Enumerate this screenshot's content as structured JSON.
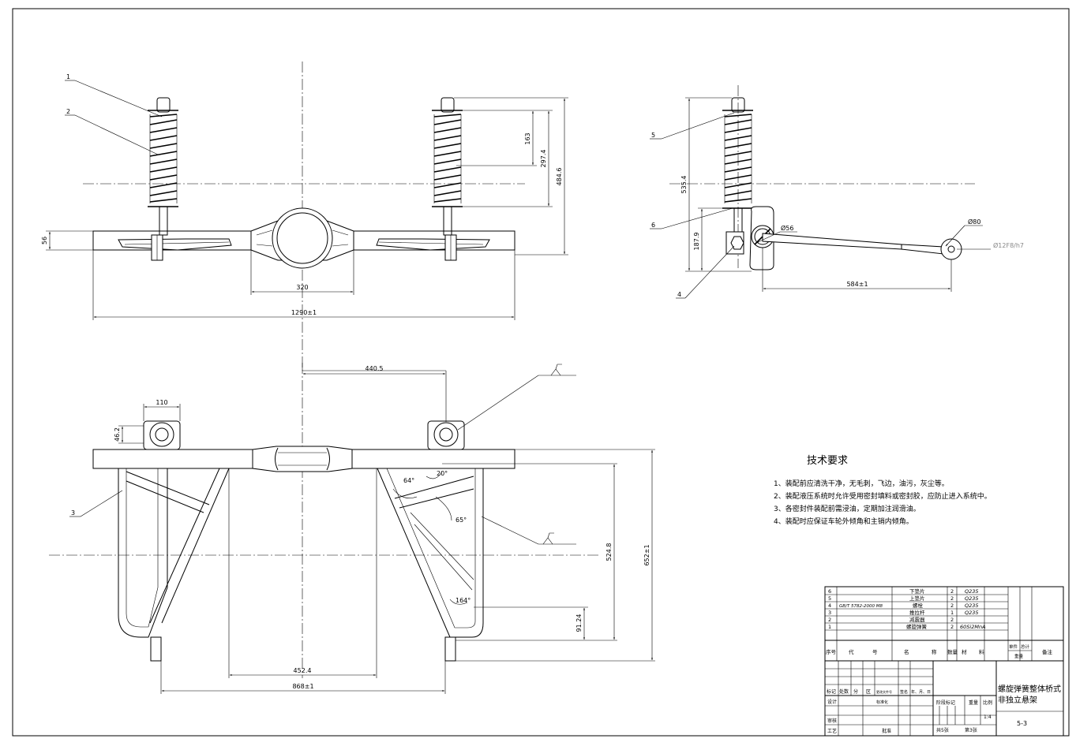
{
  "drawing": {
    "dimensions": {
      "d163": "163",
      "d297": "297.4",
      "d484": "484.6",
      "d56h": "56",
      "d320": "320",
      "d1290": "1290±1",
      "d535": "535.4",
      "d187": "187.9",
      "d584": "584±1",
      "d056": "Ø56",
      "d080": "Ø80",
      "fit": "Ø12F8/h7",
      "d440": "440.5",
      "d110": "110",
      "d46": "46.2",
      "d524": "524.8",
      "d652": "652±1",
      "d91": "91.24",
      "d452": "452.4",
      "d868": "868±1",
      "a64": "64°",
      "a20": "20°",
      "a65": "65°",
      "a164": "164°"
    },
    "balloons": {
      "b1": "1",
      "b2": "2",
      "b3": "3",
      "b4": "4",
      "b5": "5",
      "b6": "6"
    }
  },
  "tech": {
    "title": "技术要求",
    "items": [
      "1、装配前应清洗干净，无毛刺，飞边，油污，灰尘等。",
      "2、装配液压系统时允许受用密封填料或密封胶，应防止进入系统中。",
      "3、各密封件装配前需浸油，定期加注润滑油。",
      "4、装配时应保证车轮外倾角和主销内倾角。"
    ]
  },
  "bom": {
    "rows": [
      {
        "no": "6",
        "code": "",
        "name": "下垫片",
        "qty": "2",
        "mat": "Q235"
      },
      {
        "no": "5",
        "code": "",
        "name": "上垫片",
        "qty": "2",
        "mat": "Q235"
      },
      {
        "no": "4",
        "code": "GB/T 5782-2000 M8",
        "name": "螺栓",
        "qty": "2",
        "mat": "Q235"
      },
      {
        "no": "3",
        "code": "",
        "name": "推拉杆",
        "qty": "1",
        "mat": "Q235"
      },
      {
        "no": "2",
        "code": "",
        "name": "减震器",
        "qty": "2",
        "mat": ""
      },
      {
        "no": "1",
        "code": "",
        "name": "螺旋弹簧",
        "qty": "2",
        "mat": "60Si2MnA"
      }
    ],
    "header": {
      "no": "序号",
      "code1": "代",
      "code2": "号",
      "name1": "名",
      "name2": "称",
      "qty": "数量",
      "mat1": "材",
      "mat2": "料",
      "single": "单件",
      "total": "总计",
      "weight": "重量",
      "remark": "备注"
    }
  },
  "titleblock": {
    "mark": "标记",
    "count": "处数",
    "zone": "分",
    "area": "区",
    "changedoc": "更改文件号",
    "sign": "签名",
    "date": "年、月、日",
    "design": "设计",
    "std": "标准化",
    "review": "审核",
    "process": "工艺",
    "approve": "批准",
    "stage": "阶段标记",
    "weight": "重量",
    "ratio": "比例",
    "scale": "1:4",
    "total_sheets": "共5张",
    "sheet": "第3张",
    "name": "螺旋弹簧整体桥式非独立悬架",
    "number": "5-3"
  }
}
